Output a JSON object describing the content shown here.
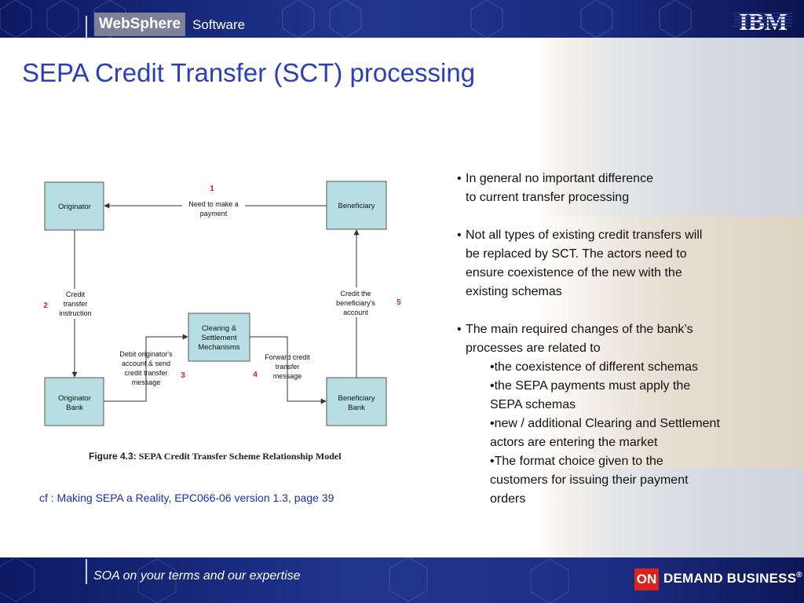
{
  "header": {
    "brand": "WebSphere",
    "brand_suffix": "Software",
    "logo": "IBM"
  },
  "slide": {
    "title": "SEPA Credit Transfer (SCT) processing",
    "reference": "cf : Making SEPA a Reality, EPC066-06 version 1.3, page 39"
  },
  "diagram": {
    "caption_prefix": "Figure 4.3:",
    "caption_text": " SEPA Credit Transfer Scheme Relationship Model",
    "nodes": {
      "originator": "Originator",
      "beneficiary": "Beneficiary",
      "clearing": [
        "Clearing &",
        "Settlement",
        "Mechanisms"
      ],
      "originator_bank": [
        "Originator",
        "Bank"
      ],
      "beneficiary_bank": [
        "Beneficiary",
        "Bank"
      ]
    },
    "edges": {
      "e1": [
        "Need to make a",
        "payment"
      ],
      "e2": [
        "Credit",
        "transfer",
        "instruction"
      ],
      "e3": [
        "Debit originator's",
        "account & send",
        "credit transfer",
        "message"
      ],
      "e4": [
        "Forward credit",
        "transfer",
        "message"
      ],
      "e5": [
        "Credit the",
        "beneficiary's",
        "account"
      ]
    },
    "step_numbers": [
      "1",
      "2",
      "3",
      "4",
      "5"
    ],
    "colors": {
      "box_fill": "#b7dfe3",
      "step_number": "#d4211d",
      "title": "#2b3fb8"
    }
  },
  "bullets": {
    "b1_line1": "In general no important difference",
    "b1_line2": "to current transfer processing",
    "b2_line1": "Not all types of existing credit transfers will",
    "b2_line2": "be replaced by SCT. The actors need to",
    "b2_line3": "ensure coexistence of the new with the",
    "b2_line4": "existing schemas",
    "b3_line1": "The main required changes of the bank’s",
    "b3_line2": "processes are related to",
    "s1": "•the coexistence of different schemas",
    "s2_line1": "•the SEPA payments must apply the",
    "s2_line2": "SEPA schemas",
    "s3_line1": "•new / additional Clearing and Settlement",
    "s3_line2": "actors are entering the market",
    "s4_line1": "•The format choice given to the",
    "s4_line2": "customers for issuing their payment",
    "s4_line3": "orders"
  },
  "footer": {
    "tagline": "SOA on your terms and our expertise",
    "badge_on": "ON",
    "badge_text": "DEMAND BUSINESS",
    "badge_mark": "®"
  }
}
